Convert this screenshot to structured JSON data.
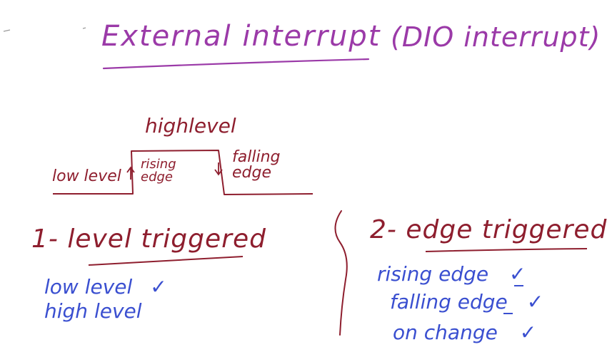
{
  "title": "External interrupt",
  "title_note": "(DIO interrupt)",
  "signal": {
    "high_label": "highlevel",
    "low_label": "low level",
    "rising_label": "rising edge",
    "falling_label": "falling edge"
  },
  "level_section": {
    "heading": "1- level triggered",
    "items": [
      "low level",
      "high level"
    ]
  },
  "edge_section": {
    "heading": "2- edge triggered",
    "items": [
      "rising edge",
      "falling edge",
      "on change"
    ]
  },
  "check_mark": "✓",
  "colors": {
    "title": "#9b3aa8",
    "diagram": "#8e1e2e",
    "list": "#3a4fd0"
  }
}
